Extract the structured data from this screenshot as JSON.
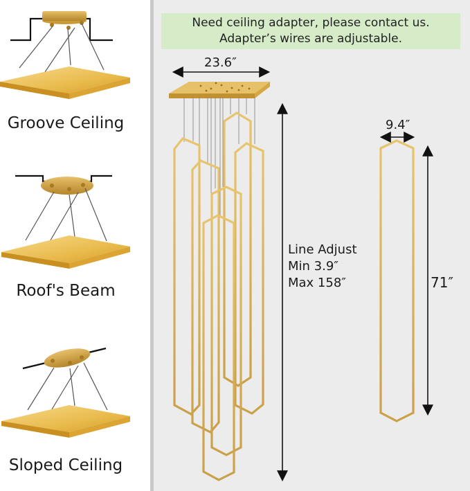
{
  "mount_options": [
    {
      "label": "Groove Ceiling"
    },
    {
      "label": "Roof's Beam"
    },
    {
      "label": "Sloped Ceiling"
    }
  ],
  "notice": {
    "line1": "Need ceiling adapter, please contact us.",
    "line2": "Adapter’s wires are adjustable."
  },
  "dimensions": {
    "canopy_width": "23.6″",
    "pendant_width": "9.4″",
    "pendant_height": "71″",
    "line_adjust_title": "Line Adjust",
    "line_adjust_min": "Min 3.9″",
    "line_adjust_max": "Max 158″"
  },
  "colors": {
    "gold": "#d9a93a",
    "banner": "#d6ebc8",
    "background": "#ececec"
  }
}
